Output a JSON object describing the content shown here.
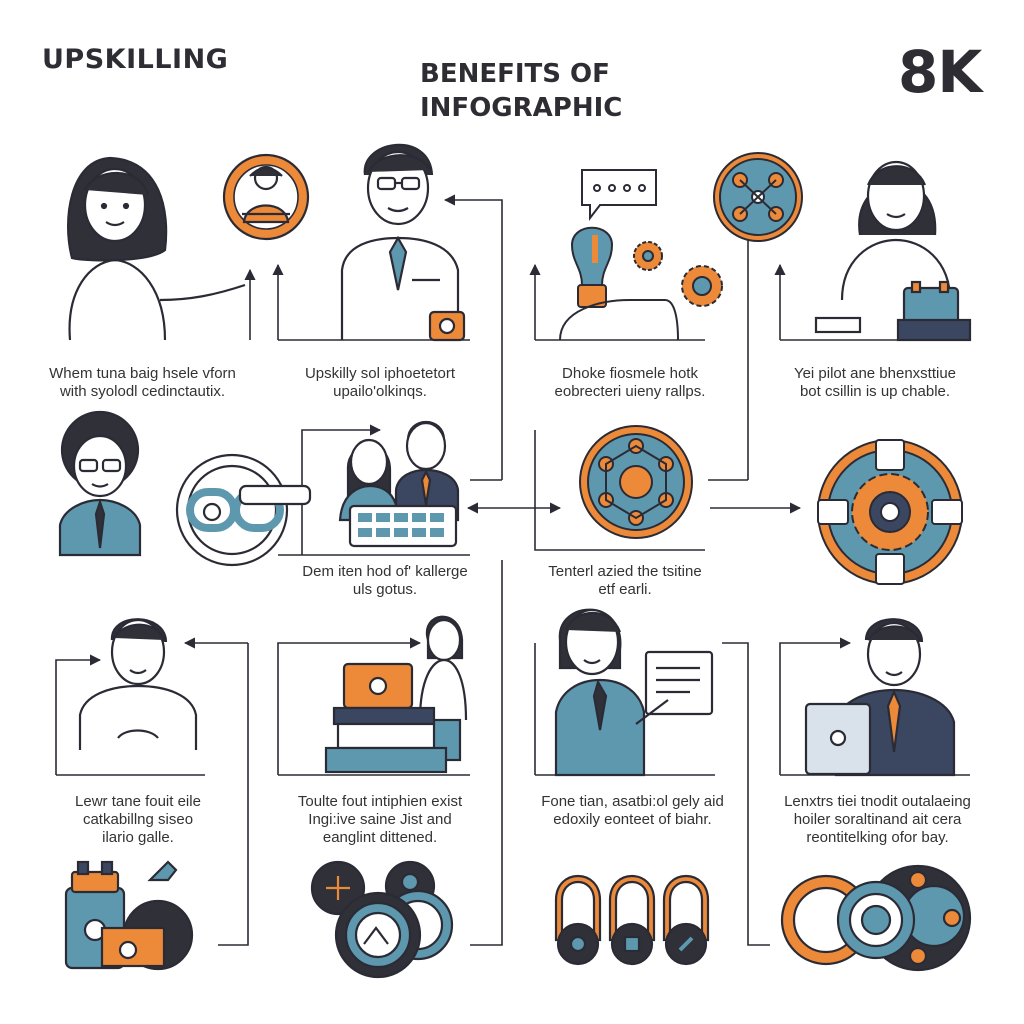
{
  "header": {
    "brand": "UPSKILLING",
    "title_line1": "BENEFITS OF",
    "title_line2": "INFOGRAPHIC",
    "resolution": "8K"
  },
  "captions": [
    {
      "line1": "Whem tuna baig hsele vforn",
      "line2": "with syolodl cedinctautix."
    },
    {
      "line1": "Upskilly sol iphoetetort",
      "line2": "upailo'olkinqs."
    },
    {
      "line1": "Dhoke fiosmele hotk",
      "line2": "eobrecteri uieny rallps."
    },
    {
      "line1": "Yei pilot ane bhenxsttiue",
      "line2": "bot csillin is up chable."
    },
    {
      "line1": "Dem iten hod of' kallerge",
      "line2": "uls gotus."
    },
    {
      "line1": "Tenterl azied the tsitine",
      "line2": "etf earli."
    },
    {
      "line1": "Lewr tane fouit eile",
      "line2": "catkabillng siseo",
      "line3": "ilario galle."
    },
    {
      "line1": "Toulte fout intiphien exist",
      "line2": "Ingi:ive saine Jist and",
      "line3": "eanglint dittened."
    },
    {
      "line1": "Fone tian, asatbi:ol gely aid",
      "line2": "edoxily eonteet of biahr."
    },
    {
      "line1": "Lenxtrs tiei tnodit outalaeing",
      "line2": "hoiler soraltinand ait cera",
      "line3": "reontitelking ofor bay."
    }
  ],
  "colors": {
    "ink": "#2b2b36",
    "teal": "#5e98ae",
    "orange": "#ec8a3a",
    "navy": "#3b4660"
  },
  "icons": [
    "woman-presenting-icon",
    "reading-person-badge-icon",
    "professor-icon",
    "speech-bubble-icon",
    "lightbulb-gears-icon",
    "network-badge-icon",
    "woman-at-desk-icon",
    "curly-hair-man-icon",
    "link-chain-icon",
    "team-pair-icon",
    "hub-network-icon",
    "gear-circuit-icon",
    "young-man-icon",
    "woman-at-laptop-icon",
    "woman-with-document-icon",
    "man-with-laptop-icon",
    "stacked-tools-icon",
    "connected-circles-icon",
    "three-badges-icon",
    "gear-cluster-icon"
  ]
}
